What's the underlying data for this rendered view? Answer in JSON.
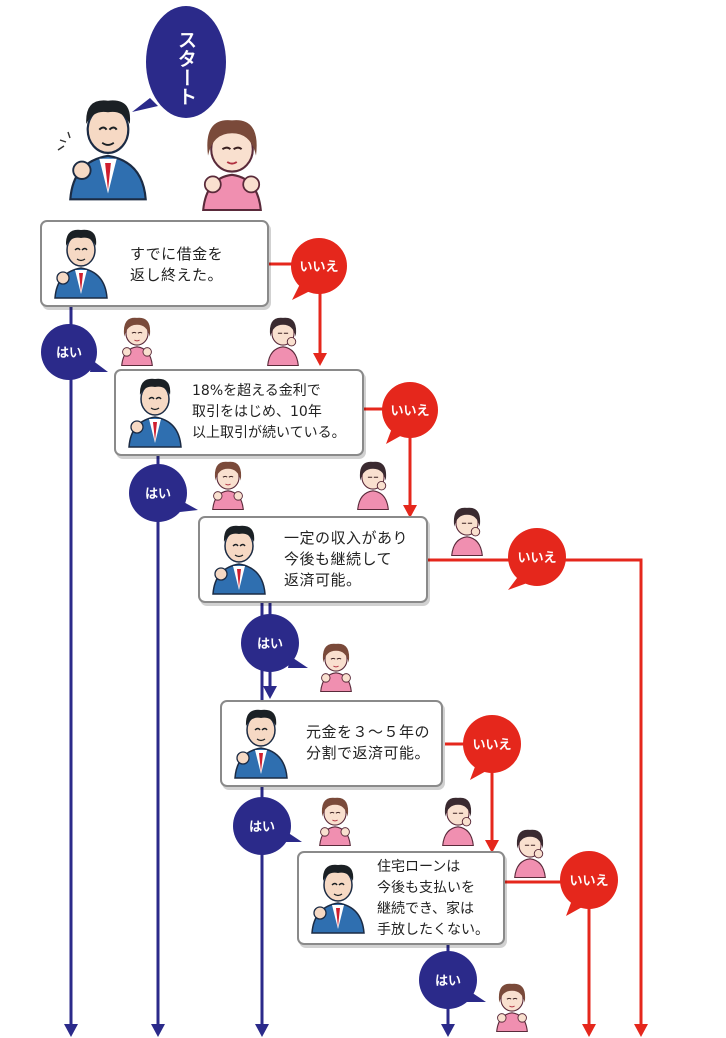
{
  "start_label": "スタート",
  "yes_label": "はい",
  "no_label": "いいえ",
  "questions": [
    {
      "text": "すでに借金を\n返し終えた。"
    },
    {
      "text": "18%を超える金利で\n取引をはじめ、10年\n以上取引が続いている。"
    },
    {
      "text": "一定の収入があり\n今後も継続して\n返済可能。"
    },
    {
      "text": "元金を３〜５年の\n分割で返済可能。"
    },
    {
      "text": "住宅ローンは\n今後も支払いを\n継続でき、家は\n手放したくない。"
    }
  ],
  "colors": {
    "yes": "#2b2a8a",
    "no": "#e5271c",
    "box_border": "#8a8a8a"
  },
  "icons": [
    "man-in-suit-icon",
    "woman-cheering-icon",
    "woman-thinking-icon"
  ]
}
